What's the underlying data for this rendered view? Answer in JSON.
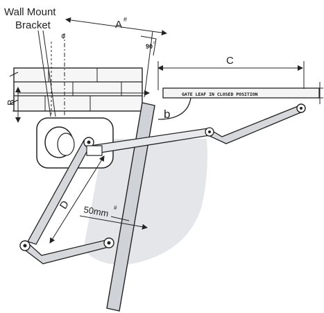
{
  "labels": {
    "bracket_line1": "Wall Mount",
    "bracket_line2": "Bracket",
    "centerline_symbol": "¢",
    "dim_a": "A",
    "dim_a_mark": "#",
    "angle": "90",
    "angle_mark": "o",
    "dim_b_upper": "B",
    "dim_b_lower": "b",
    "dim_c": "C",
    "dim_d": "D",
    "offset": "50mm",
    "offset_mark": "#",
    "gate_leaf": "GATE LEAF IN CLOSED POSITION"
  },
  "colors": {
    "line": "#222222",
    "shade": "#e4e6ea",
    "post_fill": "#cfd2d6",
    "arm_fill": "#d6d8dc",
    "gate_fill": "#f4f4f4",
    "wall_fill": "#f6f6f6"
  }
}
